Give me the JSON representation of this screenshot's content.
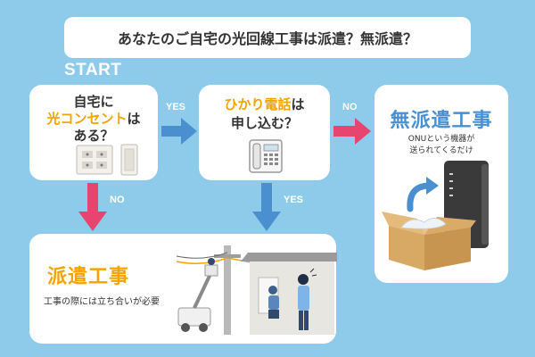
{
  "title": "あなたのご自宅の光回線工事は派遣？無派遣？",
  "start_label": "START",
  "q1": {
    "line1": "自宅に",
    "line2_highlight": "光コンセント",
    "line2_tail": "は",
    "line3": "ある？"
  },
  "q2": {
    "line1_highlight": "ひかり電話",
    "line1_tail": "は",
    "line2": "申し込む？"
  },
  "result_no_dispatch": {
    "title": "無派遣工事",
    "desc_line1": "ONUという機器が",
    "desc_line2": "送られてくるだけ"
  },
  "result_dispatch": {
    "title": "派遣工事",
    "desc": "工事の際には立ち合いが必要"
  },
  "arrows": {
    "q1_to_q2": "YES",
    "q2_to_no_dispatch": "NO",
    "q1_to_dispatch": "NO",
    "q2_to_dispatch": "YES"
  },
  "colors": {
    "background": "#8ecbea",
    "yes_arrow": "#4a8fd0",
    "no_arrow": "#e5456f",
    "highlight": "#f5a300"
  }
}
